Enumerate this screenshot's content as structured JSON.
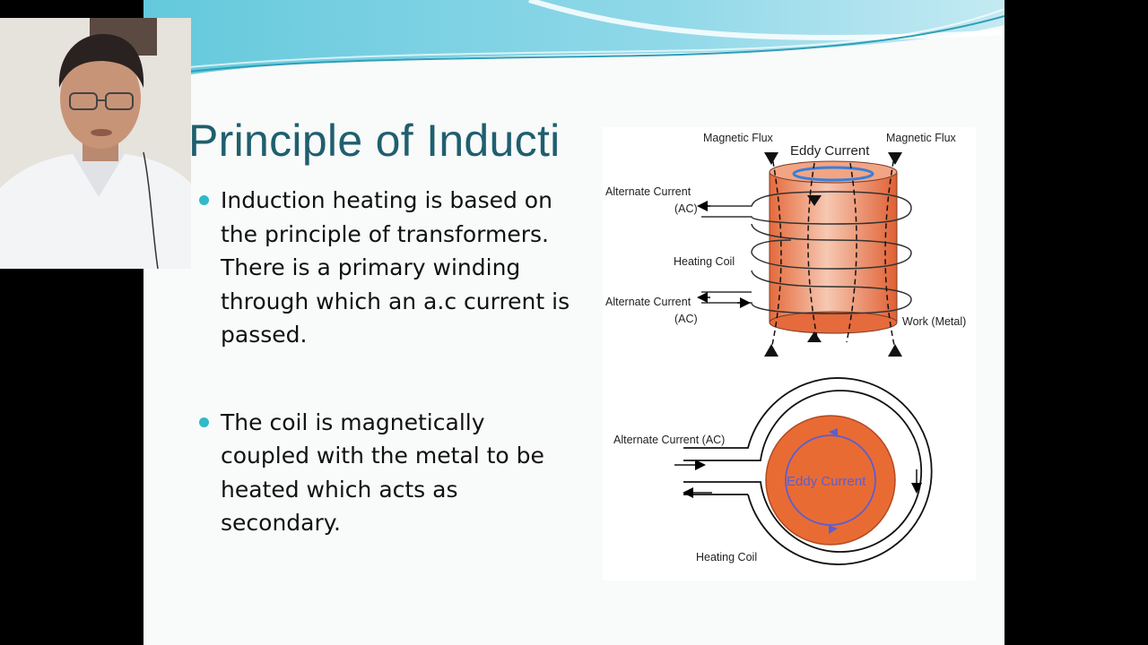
{
  "slide": {
    "title": "Principle of Inducti",
    "bullets": [
      "Induction heating is based on the principle of transformers. There is a primary winding through which an a.c current is passed.",
      "The coil is magnetically coupled with the metal to be heated which acts as secondary."
    ],
    "accent_color": "#2fb9c9",
    "title_color": "#1f5f6e"
  },
  "diagram": {
    "top": {
      "magnetic_flux_left": "Magnetic Flux",
      "eddy_current": "Eddy Current",
      "magnetic_flux_right": "Magnetic Flux",
      "ac_top_line1": "Alternate Current",
      "ac_top_line2": "(AC)",
      "heating_coil": "Heating Coil",
      "ac_bottom_line1": "Alternate Current",
      "ac_bottom_line2": "(AC)",
      "work_metal": "Work (Metal)"
    },
    "bottom": {
      "ac_label": "Alternate Current (AC)",
      "eddy_current": "Eddy Current",
      "heating_coil": "Heating Coil"
    },
    "colors": {
      "metal": "#e9673a",
      "eddy": "#5a5fd0"
    }
  },
  "webcam": {
    "icon": "presenter-video"
  }
}
